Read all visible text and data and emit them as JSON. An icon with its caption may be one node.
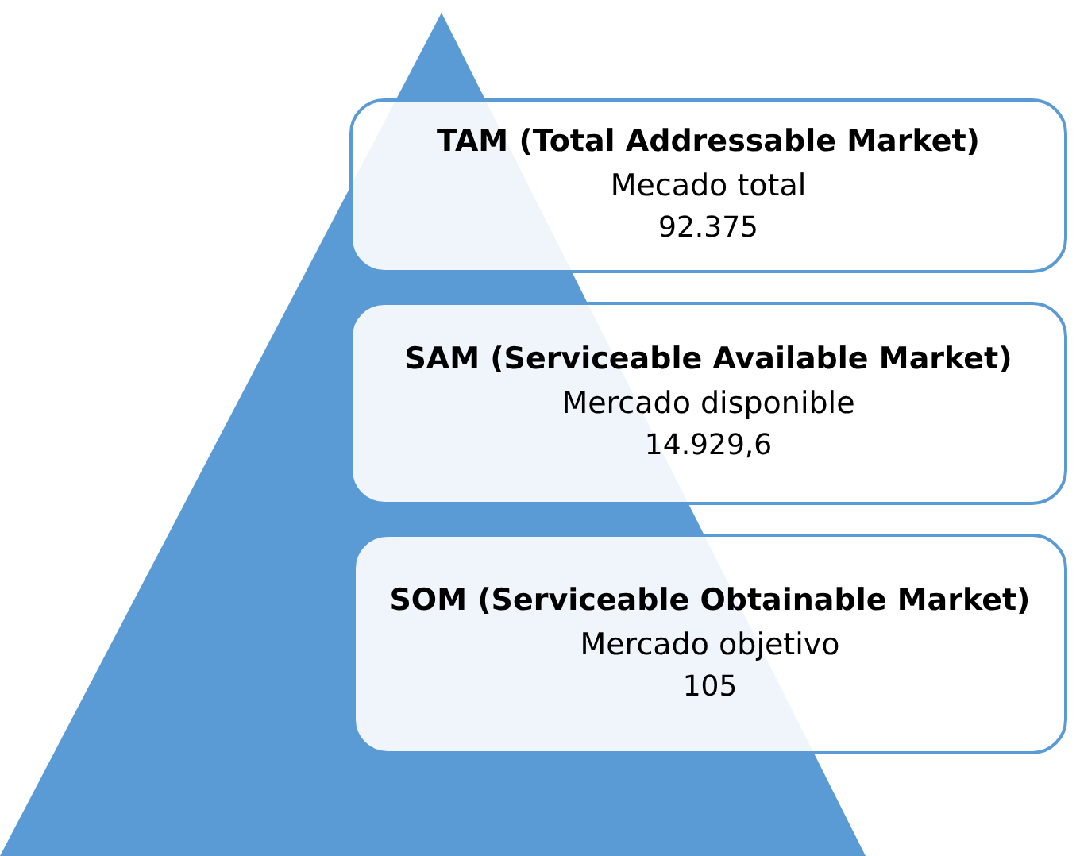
{
  "diagram": {
    "nodes": [
      {
        "text": [
          "TAM (Total Addressable Market)",
          "Mecado total",
          "92.375"
        ]
      },
      {
        "text": [
          "SAM (Serviceable Available Market)",
          "Mercado disponible",
          "14.929,6"
        ]
      },
      {
        "text": [
          "SOM (Serviceable Obtainable Market)",
          "Mercado objetivo",
          "105"
        ]
      }
    ],
    "edges": []
  }
}
